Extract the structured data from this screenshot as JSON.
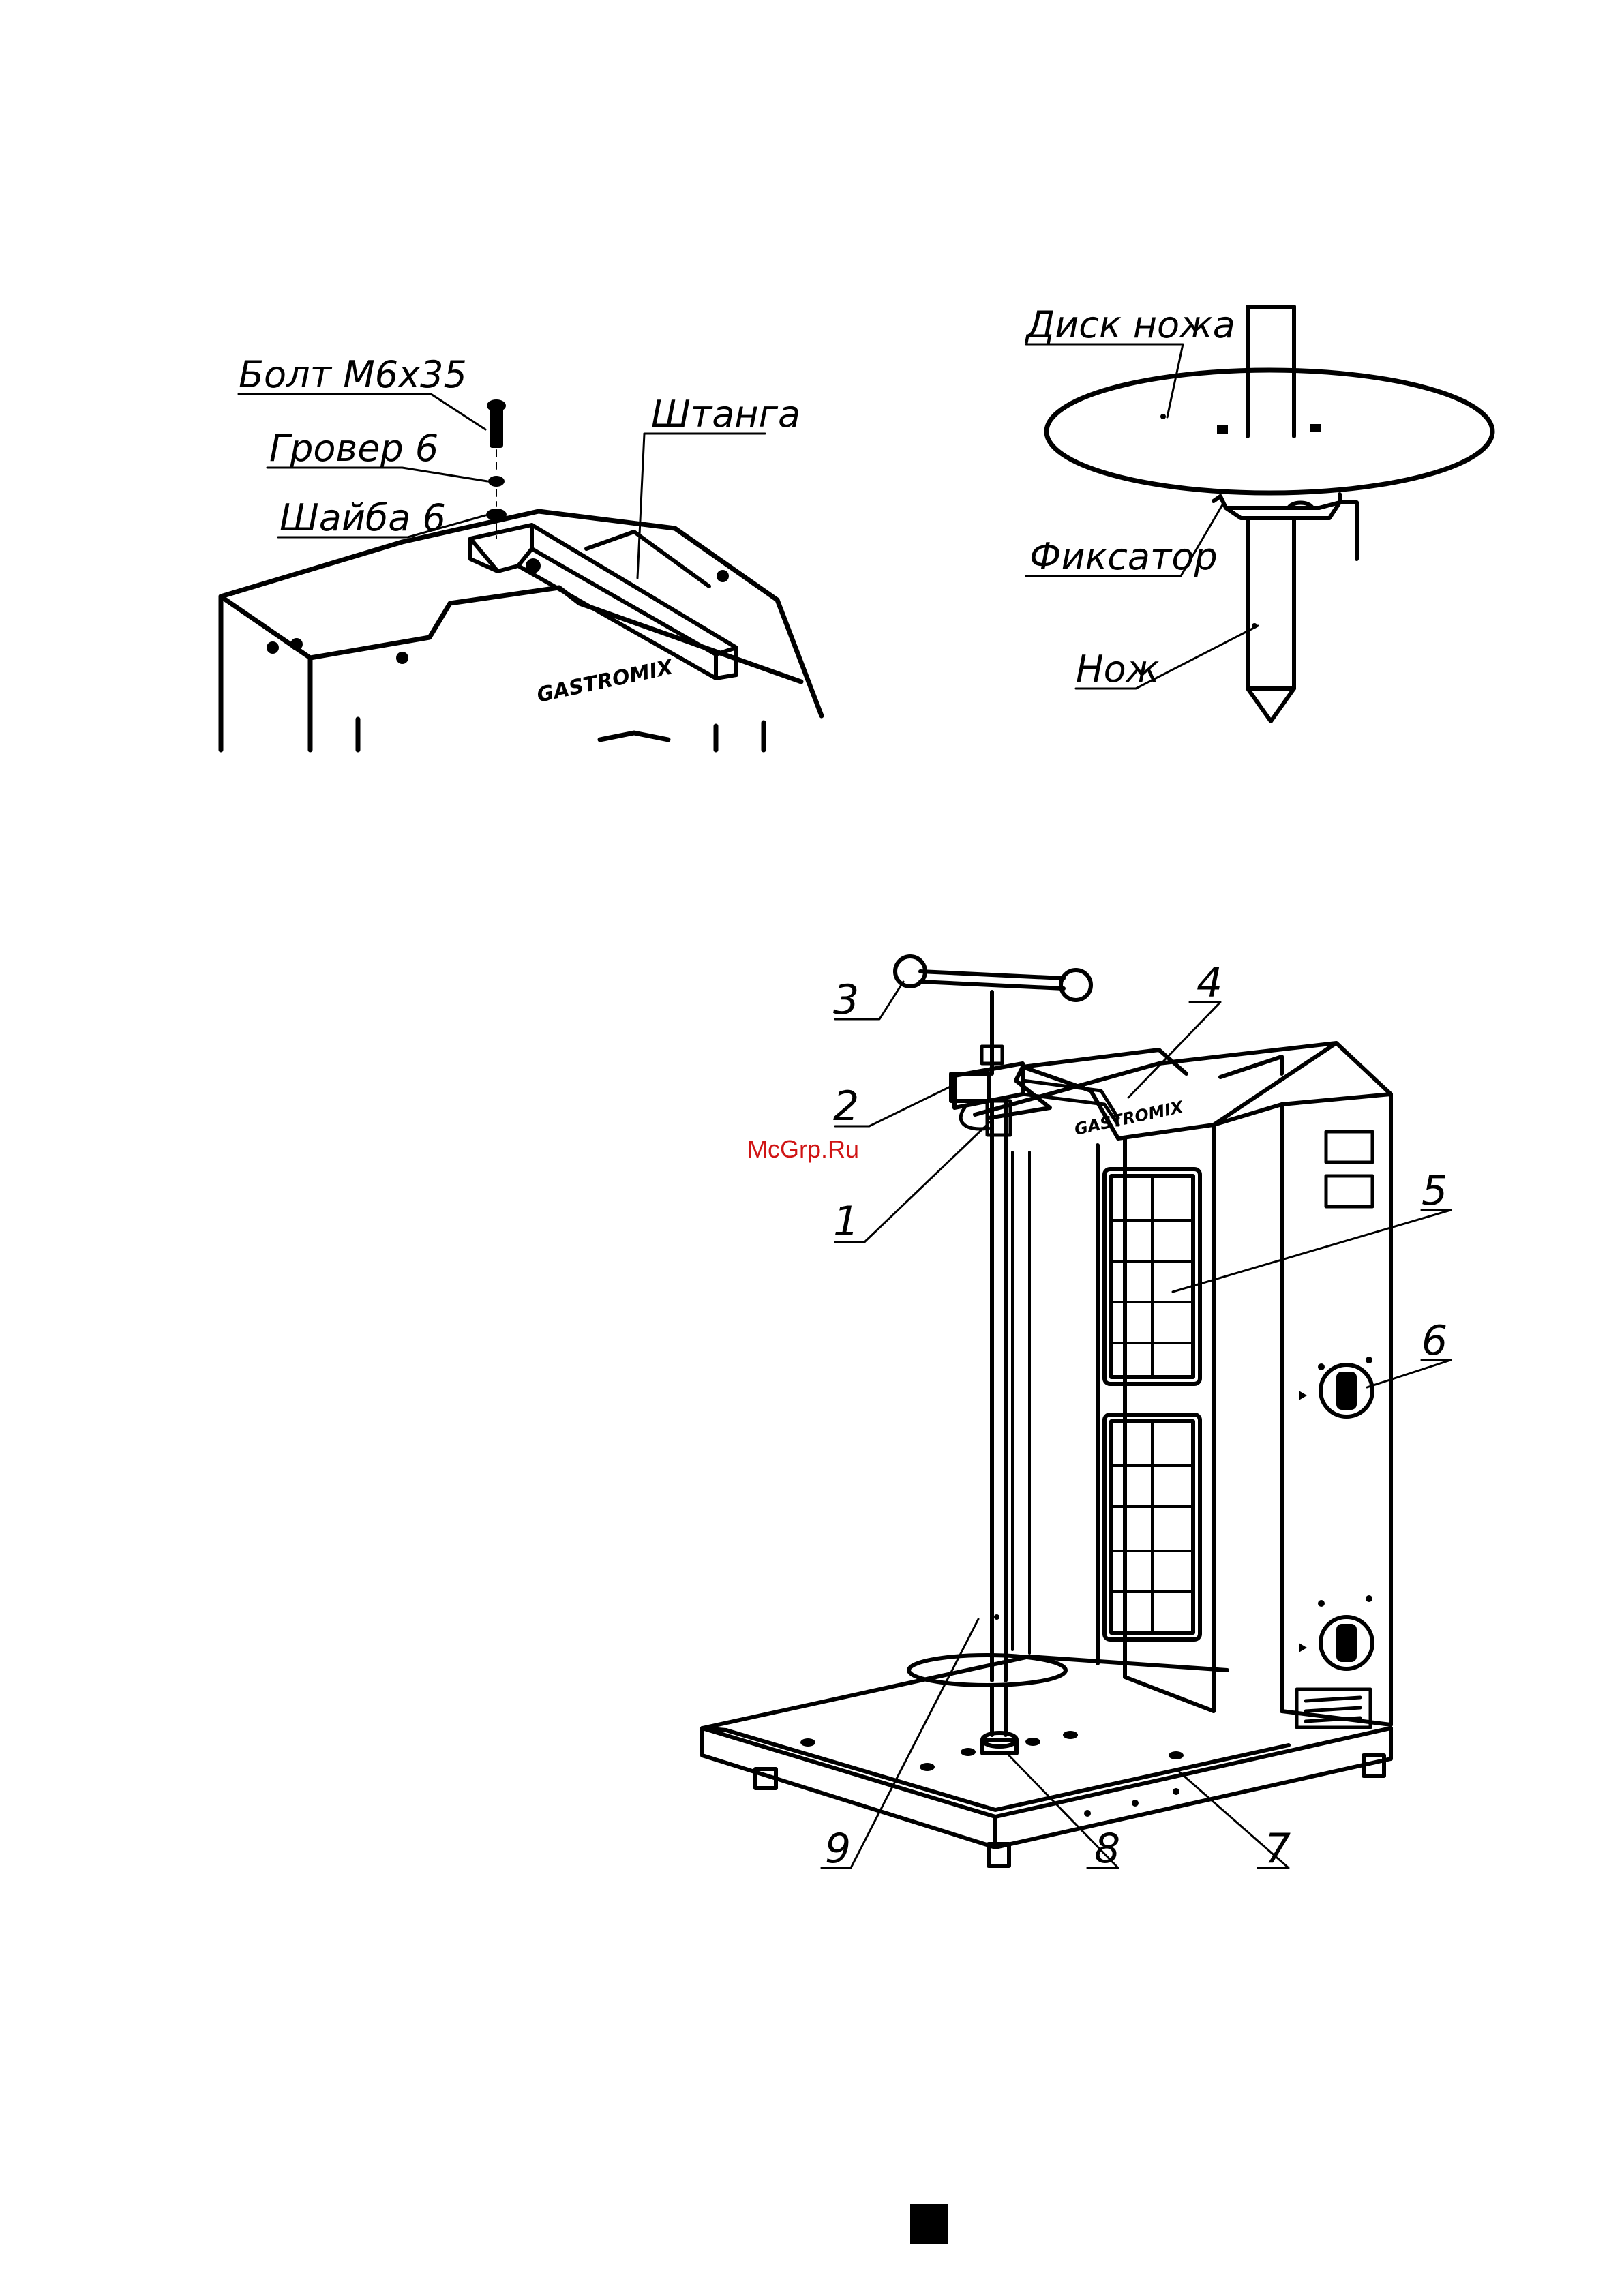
{
  "top_left": {
    "bolt_label": "Болт М6х35",
    "grover_label": "Гровер 6",
    "washer_label": "Шайба 6",
    "rod_label": "Штанга",
    "logo_text": "GASTROMIX"
  },
  "top_right": {
    "disk_label": "Диск ножа",
    "clamp_label": "Фиксатор",
    "knife_label": "Нож"
  },
  "assembly": {
    "callouts": [
      "1",
      "2",
      "3",
      "4",
      "5",
      "6",
      "7",
      "8",
      "9"
    ],
    "logo_text": "GASTROMIX"
  },
  "watermark": "McGrp.Ru",
  "colors": {
    "ink": "#000000",
    "watermark": "#d01414"
  },
  "page_marker_icon": "black-square-icon"
}
